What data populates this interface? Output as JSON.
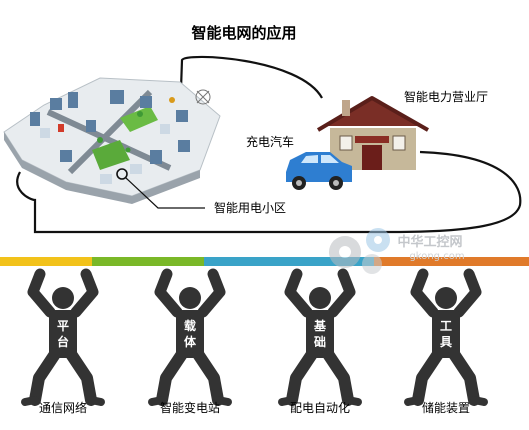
{
  "diagram": {
    "title": "智能电网的应用",
    "labels": {
      "service_hall": "智能电力营业厅",
      "charging_car": "充电汽车",
      "smart_community": "智能用电小区"
    },
    "watermark": {
      "text": "中华工控网",
      "domain": "gkong.com"
    },
    "band_colors": [
      "#f2c21a",
      "#7ab828",
      "#3aa3c8",
      "#e07a2a"
    ],
    "pillars": [
      {
        "caption": "通信网络",
        "torso": [
          "平",
          "台"
        ]
      },
      {
        "caption": "智能变电站",
        "torso": [
          "载",
          "体"
        ]
      },
      {
        "caption": "配电自动化",
        "torso": [
          "基",
          "础"
        ]
      },
      {
        "caption": "储能装置",
        "torso": [
          "工",
          "具"
        ]
      }
    ]
  }
}
